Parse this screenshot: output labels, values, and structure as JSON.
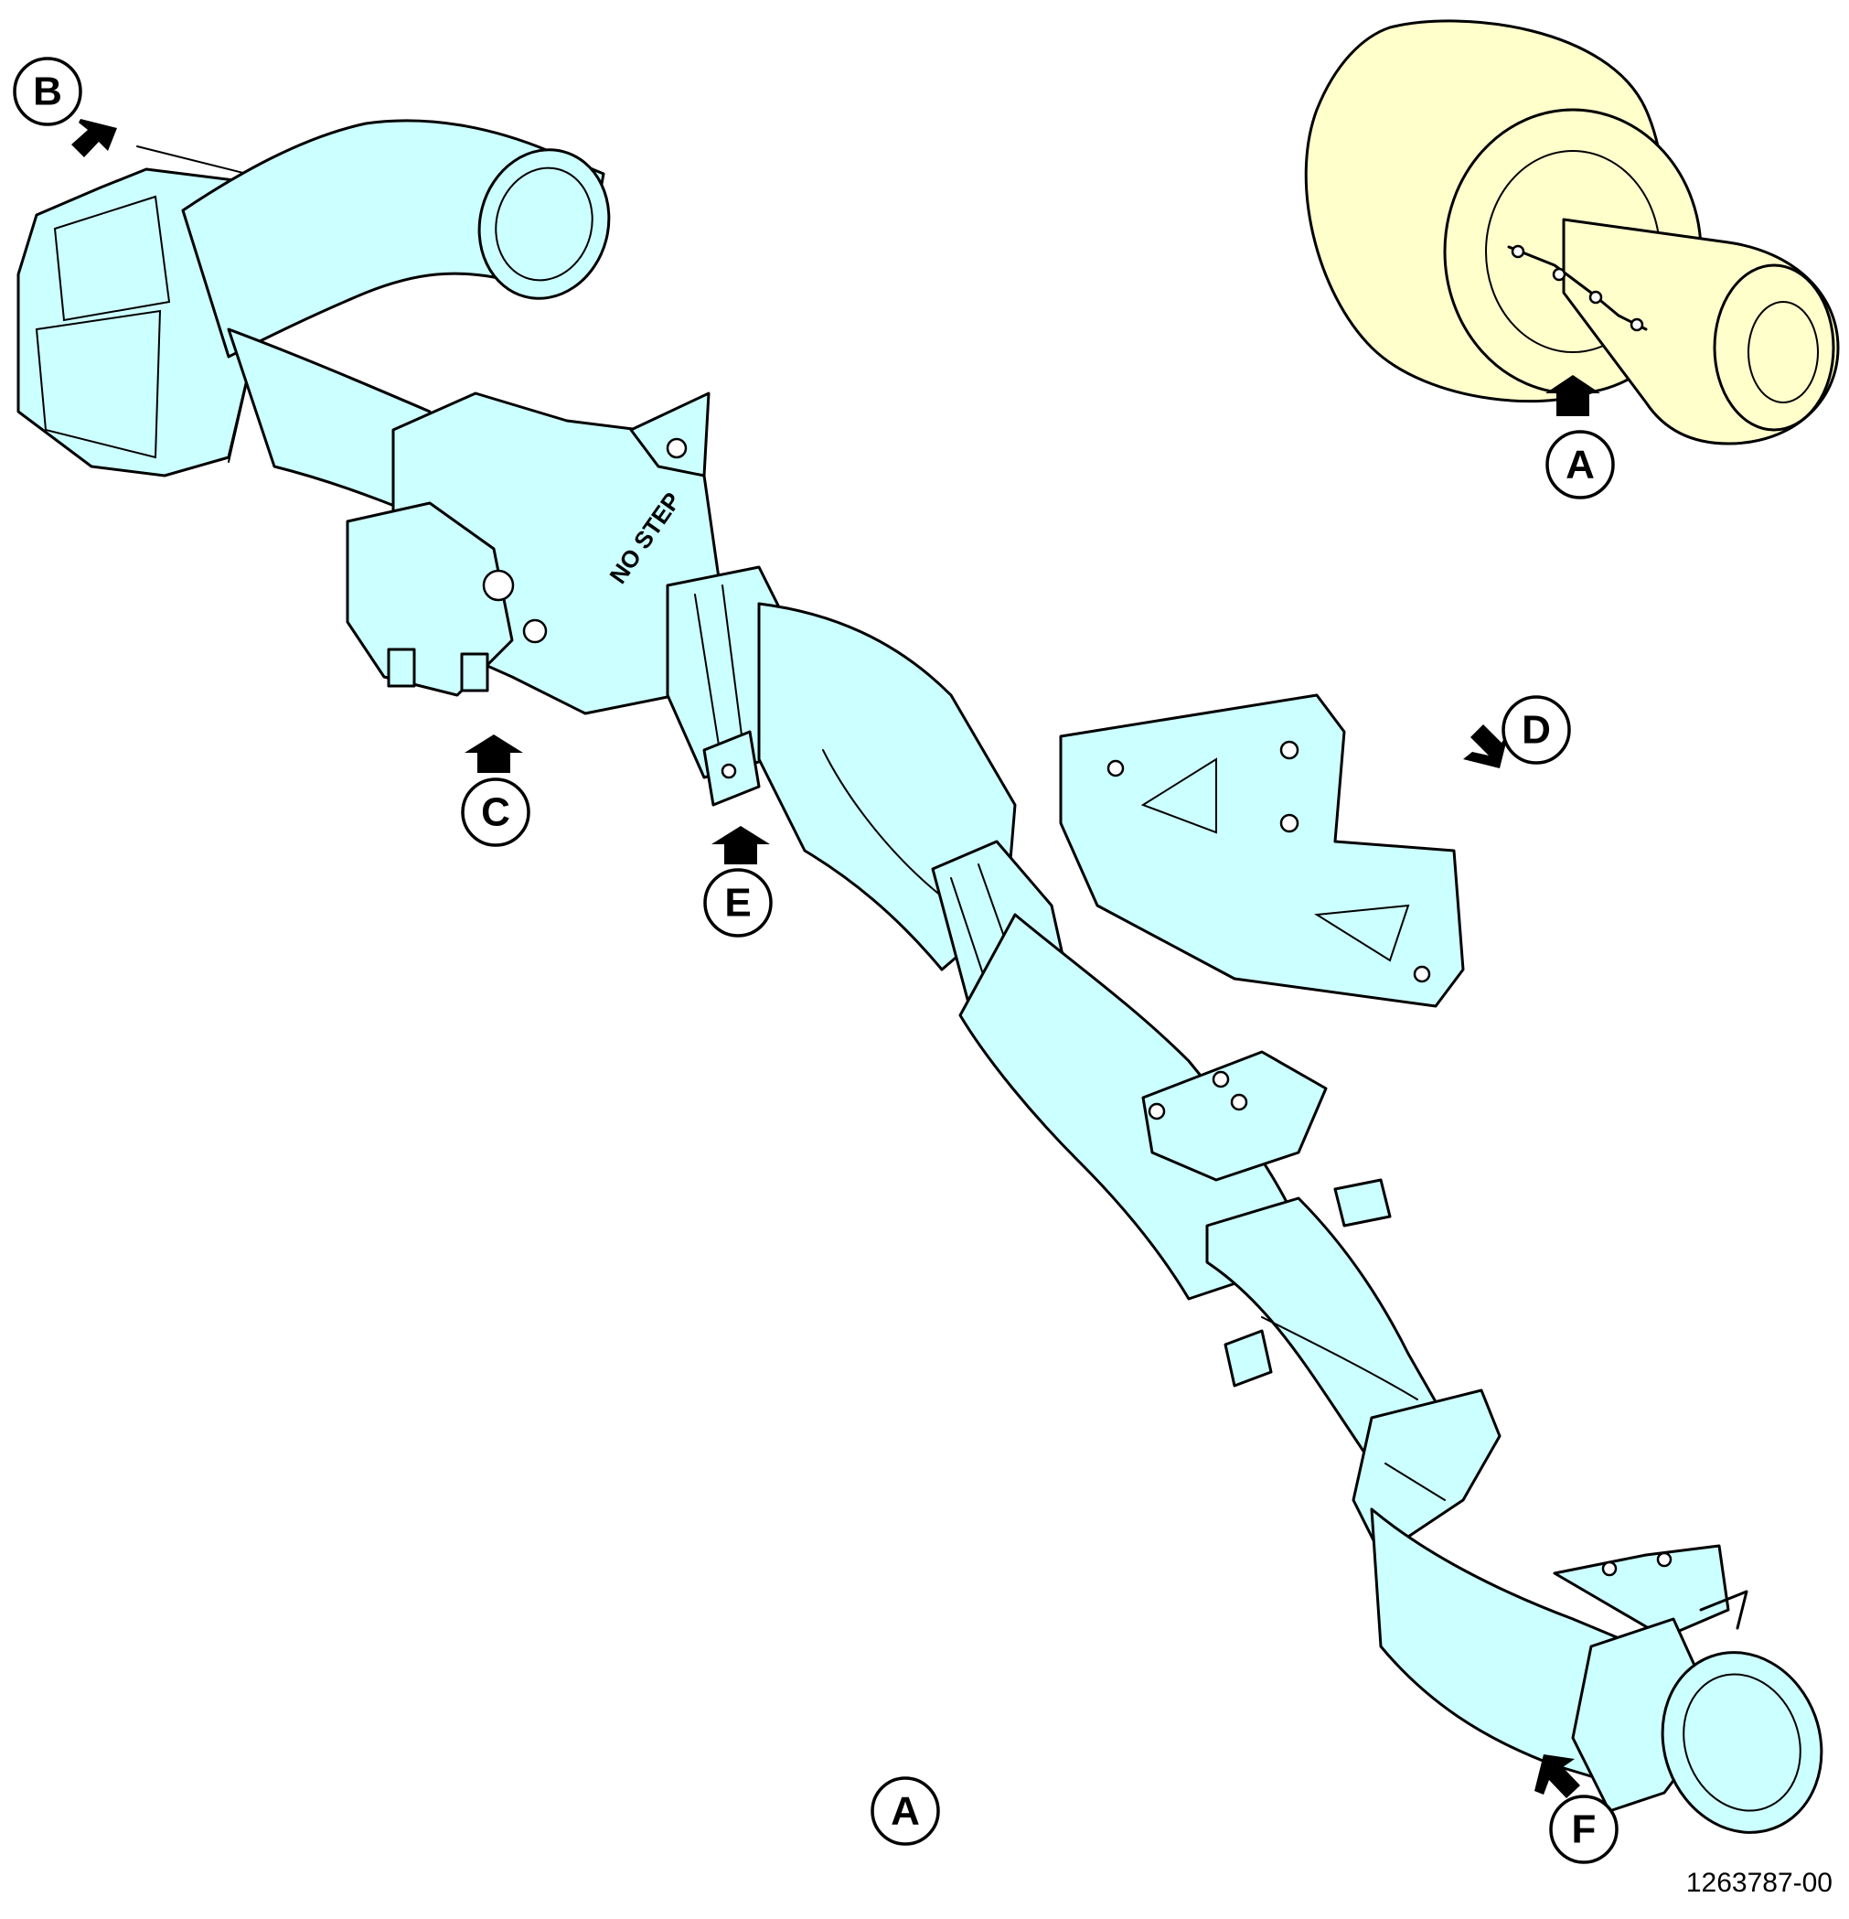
{
  "callouts": {
    "A_detail": "A",
    "A_main": "A",
    "B": "B",
    "C": "C",
    "D": "D",
    "E": "E",
    "F": "F"
  },
  "placard": "NO STEP",
  "figure_number": "1263787-00",
  "colors": {
    "duct": "#ccffff",
    "engine": "#ffffcc",
    "outline": "#000000"
  }
}
